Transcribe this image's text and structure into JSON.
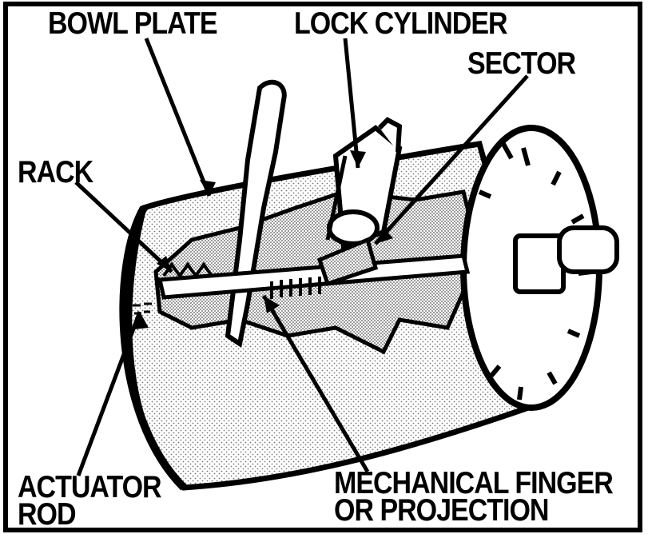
{
  "labels": {
    "bowl_plate": "BOWL PLATE",
    "lock_cylinder": "LOCK CYLINDER",
    "sector": "SECTOR",
    "rack": "RACK",
    "actuator_rod_line1": "ACTUATOR",
    "actuator_rod_line2": "ROD",
    "finger_line1": "MECHANICAL FINGER",
    "finger_line2": "OR PROJECTION"
  },
  "colors": {
    "ink": "#000000",
    "paper": "#ffffff",
    "stipple": "#b8b8b8"
  }
}
